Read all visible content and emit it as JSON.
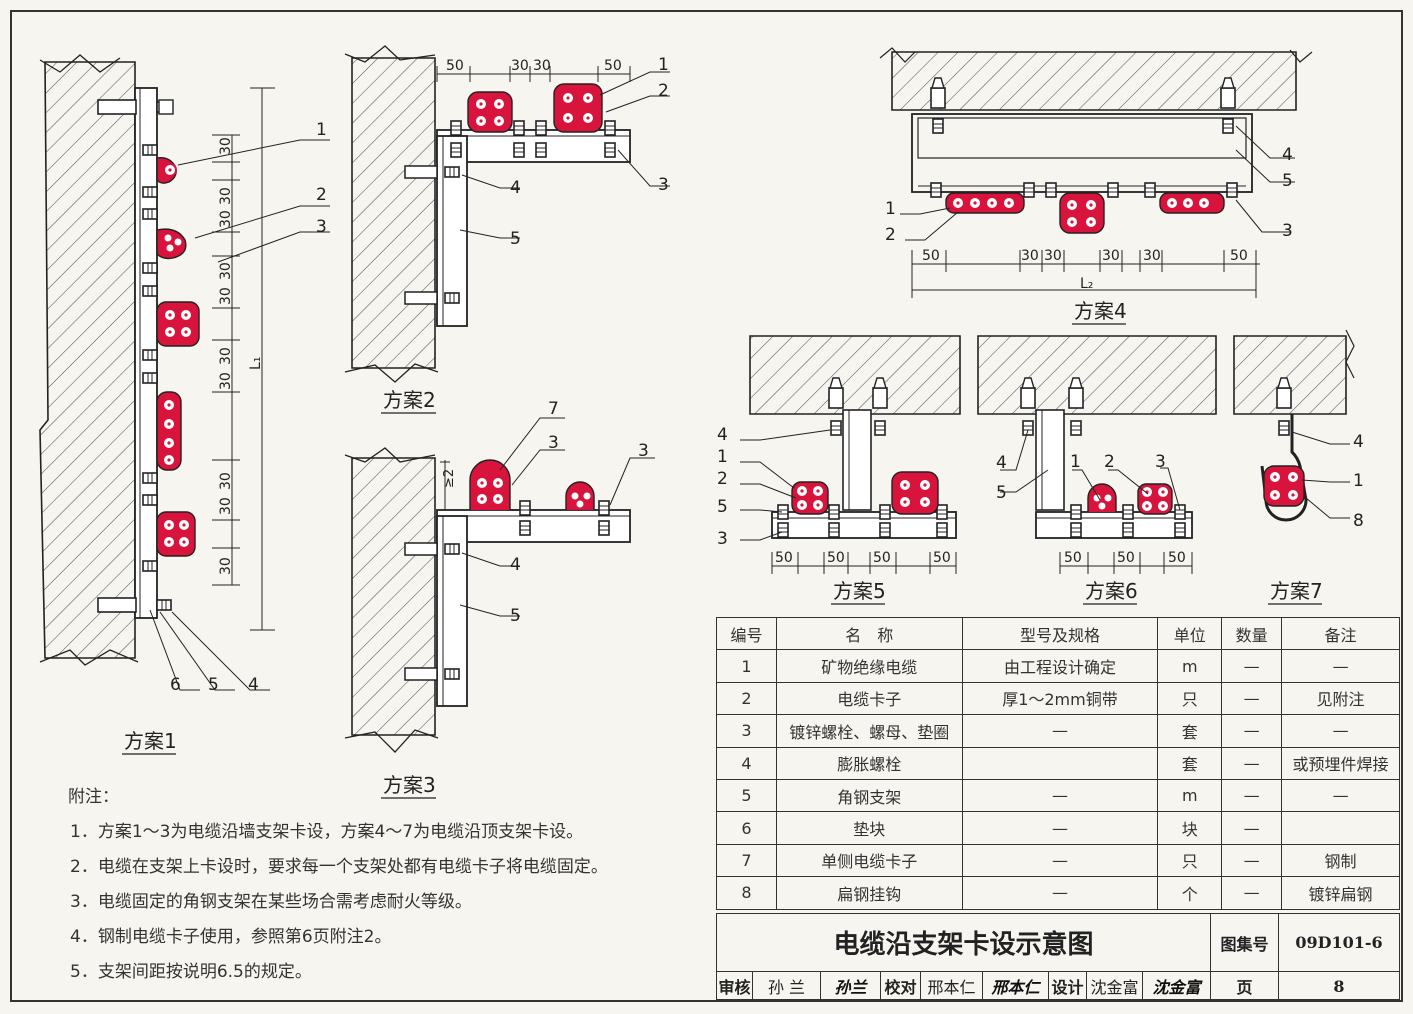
{
  "scheme_labels": {
    "s1": "方案1",
    "s2": "方案2",
    "s3": "方案3",
    "s4": "方案4",
    "s5": "方案5",
    "s6": "方案6",
    "s7": "方案7"
  },
  "dims": {
    "d30": "30",
    "d50": "50",
    "l1": "L₁",
    "l2": "L₂",
    "ge2": "≥2"
  },
  "callouts": {
    "n1": "1",
    "n2": "2",
    "n3": "3",
    "n4": "4",
    "n5": "5",
    "n6": "6",
    "n7": "7",
    "n8": "8"
  },
  "notes": {
    "heading": "附注：",
    "items": [
      "1．方案1～3为电缆沿墙支架卡设，方案4～7为电缆沿顶支架卡设。",
      "2．电缆在支架上卡设时，要求每一个支架处都有电缆卡子将电缆固定。",
      "3．电缆固定的角钢支架在某些场合需考虑耐火等级。",
      "4．钢制电缆卡子使用，参照第6页附注2。",
      "5．支架间距按说明6.5的规定。"
    ]
  },
  "parts_table": {
    "headers": [
      "编号",
      "名　称",
      "型号及规格",
      "单位",
      "数量",
      "备注"
    ],
    "rows": [
      [
        "1",
        "矿物绝缘电缆",
        "由工程设计确定",
        "m",
        "—",
        "—"
      ],
      [
        "2",
        "电缆卡子",
        "厚1～2mm铜带",
        "只",
        "—",
        "见附注"
      ],
      [
        "3",
        "镀锌螺栓、螺母、垫圈",
        "—",
        "套",
        "—",
        "—"
      ],
      [
        "4",
        "膨胀螺栓",
        "",
        "套",
        "—",
        "或预埋件焊接"
      ],
      [
        "5",
        "角钢支架",
        "—",
        "m",
        "—",
        "—"
      ],
      [
        "6",
        "垫块",
        "—",
        "块",
        "—",
        ""
      ],
      [
        "7",
        "单侧电缆卡子",
        "—",
        "只",
        "—",
        "钢制"
      ],
      [
        "8",
        "扁钢挂钩",
        "—",
        "个",
        "—",
        "镀锌扁钢"
      ]
    ]
  },
  "title_block": {
    "title": "电缆沿支架卡设示意图",
    "atlas_label": "图集号",
    "atlas_no": "09D101-6",
    "review_label": "审核",
    "reviewer": "孙 兰",
    "reviewer_sig": "孙兰",
    "check_label": "校对",
    "checker": "邢本仁",
    "checker_sig": "邢本仁",
    "design_label": "设计",
    "designer": "沈金富",
    "designer_sig": "沈金富",
    "page_label": "页",
    "page_no": "8"
  },
  "colors": {
    "cable_red": "#d8143c",
    "line": "#2a2a2a",
    "concrete_hatch": "#555555",
    "paper": "#f6f5ef"
  }
}
